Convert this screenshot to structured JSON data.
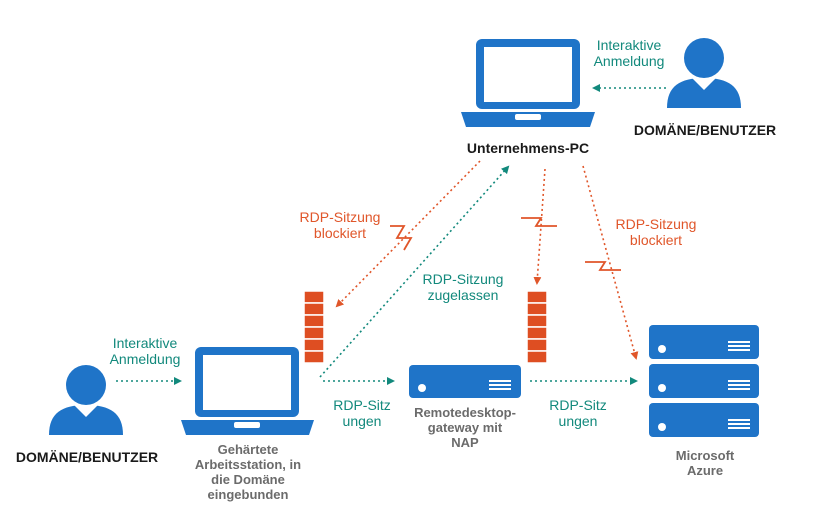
{
  "colors": {
    "device_blue": "#1f74c8",
    "allowed_teal": "#12897c",
    "blocked_red": "#e0562a",
    "firewall_red": "#de4e22"
  },
  "labels": {
    "interactive_logon_top": "Interaktive\nAnmeldung",
    "user_top": "DOMÄNE/BENUTZER",
    "corporate_pc": "Unternehmens-PC",
    "rdp_blocked_left": "RDP-Sitzung\nblockiert",
    "rdp_blocked_right": "RDP-Sitzung\nblockiert",
    "rdp_allowed": "RDP-Sitzung\nzugelassen",
    "interactive_logon_left": "Interaktive\nAnmeldung",
    "user_left": "DOMÄNE/BENUTZER",
    "rdp_sessions_left": "RDP-Sitz\nungen",
    "rdp_sessions_right": "RDP-Sitz\nungen",
    "hardened_workstation": "Gehärtete\nArbeitsstation, in\ndie Domäne\neingebunden",
    "rd_gateway": "Remotedesktop-\ngateway mit\nNAP",
    "azure": "Microsoft\nAzure"
  },
  "icons": [
    "user-icon",
    "laptop-icon",
    "firewall-icon",
    "server-icon",
    "broken-link-icon"
  ]
}
